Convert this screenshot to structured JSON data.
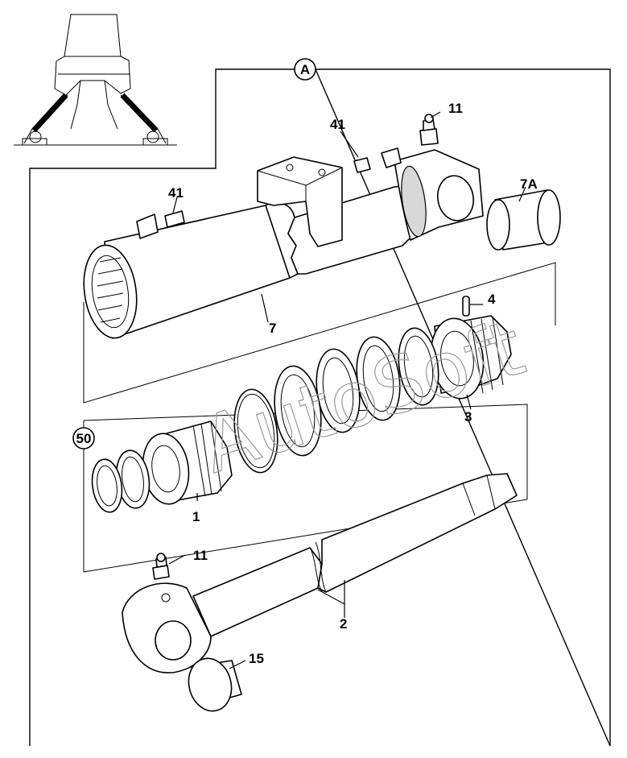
{
  "callouts": {
    "section": "A",
    "ref50": "50"
  },
  "labels": {
    "p41_top": "41",
    "p11_top": "11",
    "p41_left": "41",
    "p7a": "7A",
    "p4": "4",
    "p7": "7",
    "p3": "3",
    "p1": "1",
    "p11_bottom": "11",
    "p2": "2",
    "p15": "15"
  },
  "watermark": "AutoSoft"
}
